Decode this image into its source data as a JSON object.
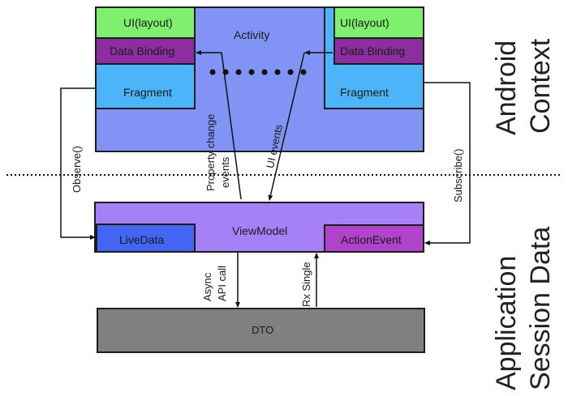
{
  "diagram": {
    "activity": {
      "label": "Activity",
      "color": "#8193f5"
    },
    "left_fragment": {
      "ui_layout": "UI(layout)",
      "data_binding": "Data Binding",
      "fragment": "Fragment"
    },
    "right_fragment": {
      "ui_layout": "UI(layout)",
      "data_binding": "Data Binding",
      "fragment": "Fragment"
    },
    "viewmodel": {
      "label": "ViewModel",
      "color": "#a680f5"
    },
    "livedata": {
      "label": "LiveData",
      "color": "#4265f3"
    },
    "actionevent": {
      "label": "ActionEvent",
      "color": "#b043c9"
    },
    "dto": {
      "label": "DTO",
      "color": "#808080"
    },
    "edges": {
      "observe": "Observe()",
      "subscribe": "Subscribe()",
      "property_change_line1": "Property change",
      "property_change_line2": "events",
      "ui_events": "UI events",
      "async_line1": "Async",
      "async_line2": "API call",
      "rx_single": "Rx Single"
    },
    "zones": {
      "top_line1": "Android",
      "top_line2": "Context",
      "bottom_line1": "Application",
      "bottom_line2": "Session Data"
    },
    "colors": {
      "ui_layout": "#7ef06e",
      "data_binding": "#8d2ea0",
      "fragment": "#4cb4f8"
    }
  }
}
